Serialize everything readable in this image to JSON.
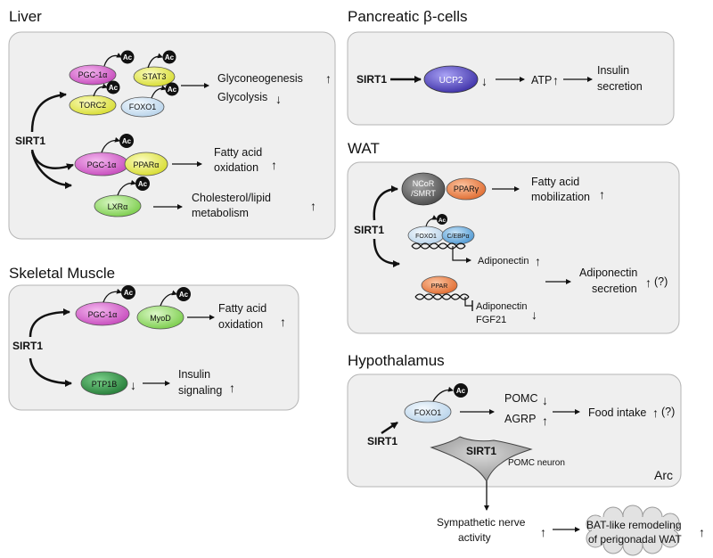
{
  "liver": {
    "title": "Liver",
    "sirt1": "SIRT1",
    "pgc1a": "PGC-1α",
    "stat3": "STAT3",
    "torc2": "TORC2",
    "foxo1": "FOXO1",
    "glyconeogenesis": "Glyconeogenesis",
    "glycolysis": "Glycolysis",
    "pgc1a_b": "PGC-1α",
    "ppara": "PPARα",
    "fatty_acid": "Fatty acid",
    "oxidation": "oxidation",
    "lxra": "LXRα",
    "cholesterol": "Cholesterol/lipid",
    "metabolism": "metabolism"
  },
  "muscle": {
    "title": "Skeletal Muscle",
    "sirt1": "SIRT1",
    "pgc1a": "PGC-1α",
    "myod": "MyoD",
    "fatty_acid": "Fatty acid",
    "oxidation": "oxidation",
    "ptp1b": "PTP1B",
    "insulin": "Insulin",
    "signaling": "signaling"
  },
  "pancreas": {
    "title": "Pancreatic β-cells",
    "sirt1": "SIRT1",
    "ucp2": "UCP2",
    "atp": "ATP",
    "insulin": "Insulin",
    "secretion": "secretion"
  },
  "wat": {
    "title": "WAT",
    "sirt1": "SIRT1",
    "ncor": "NCoR",
    "smrt": "/SMRT",
    "pparg": "PPARγ",
    "fatty_acid": "Fatty acid",
    "mobilization": "mobilization",
    "foxo1": "FOXO1",
    "cebpa": "C/EBPα",
    "adiponectin1": "Adiponectin",
    "ppar": "PPAR",
    "adiponectin2": "Adiponectin",
    "fgf21": "FGF21",
    "adiponectin_sec": "Adiponectin",
    "secretion": "secretion",
    "q": "(?)"
  },
  "hypothalamus": {
    "title": "Hypothalamus",
    "sirt1": "SIRT1",
    "foxo1": "FOXO1",
    "pomc": "POMC",
    "agrp": "AGRP",
    "food_intake": "Food intake",
    "q": "(?)",
    "neuron_sirt1": "SIRT1",
    "pomc_neuron": "POMC neuron",
    "arc": "Arc",
    "sympathetic1": "Sympathetic nerve",
    "sympathetic2": "activity",
    "bat1": "BAT-like remodeling",
    "bat2": "of perigonadal WAT"
  },
  "ac_label": "Ac",
  "colors": {
    "panel_bg": "#efefef",
    "panel_border": "#b5b5b5",
    "pgc1a": "#d86fd0",
    "stat3": "#ecef6a",
    "torc2": "#ecef6a",
    "foxo1": "#d8e9f6",
    "ppara": "#ecef6a",
    "lxra": "#9fe07a",
    "myod": "#a8e07a",
    "ptp1b": "#3c9e50",
    "ucp2": "#5a4fc0",
    "ncor": "#6e6e6e",
    "pparg": "#f08a52",
    "cebpa": "#6fb0e0",
    "ppar_wat": "#f08a52"
  }
}
